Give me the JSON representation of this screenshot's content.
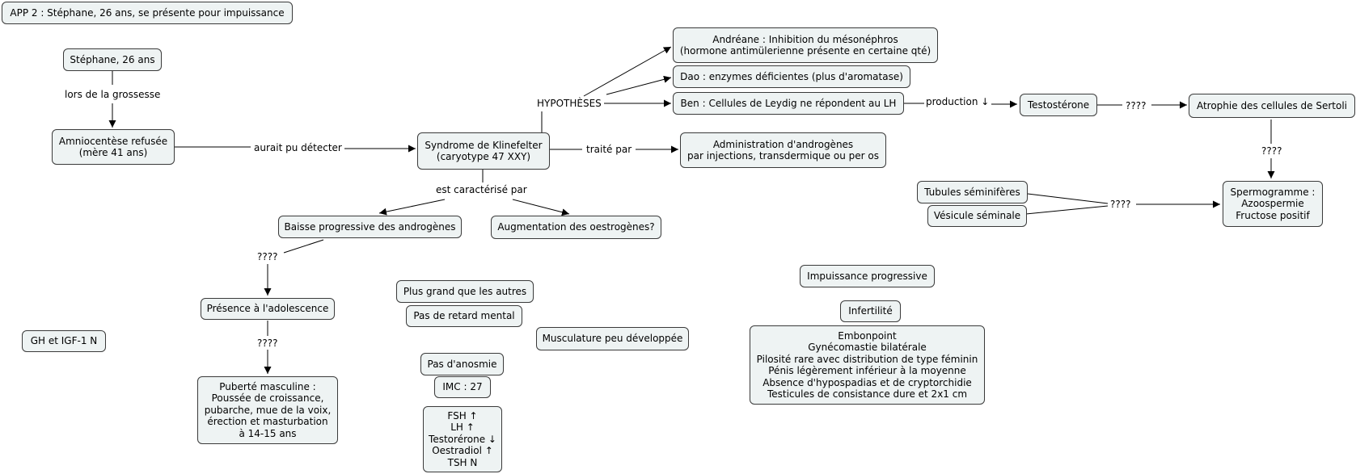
{
  "title": "APP 2 : Stéphane, 26 ans, se présente pour impuissance",
  "nodes": {
    "stephane": "Stéphane, 26 ans",
    "amnio": [
      "Amniocentèse refusée",
      "(mère 41 ans)"
    ],
    "klinefelter": [
      "Syndrome de Klinefelter",
      "(caryotype 47 XXY)"
    ],
    "andreane": [
      "Andréane : Inhibition du mésonéphros",
      "(hormone antimülerienne présente en certaine qté)"
    ],
    "dao": "Dao : enzymes déficientes (plus d'aromatase)",
    "ben": "Ben : Cellules de Leydig ne répondent au LH",
    "testosterone": "Testostérone",
    "atrophie": "Atrophie des cellules de Sertoli",
    "administration": [
      "Administration d'androgènes",
      "par injections, transdermique ou per os"
    ],
    "tubules": "Tubules séminifères",
    "vesicule": "Vésicule séminale",
    "spermogramme": [
      "Spermogramme :",
      "Azoospermie",
      "Fructose positif"
    ],
    "baisse": "Baisse progressive des androgènes",
    "augmentation": "Augmentation des oestrogènes?",
    "presence": "Présence à l'adolescence",
    "puberte": [
      "Puberté masculine :",
      "Poussée de croissance,",
      "pubarche, mue de la voix,",
      "érection et masturbation",
      "à 14-15 ans"
    ],
    "gh": "GH et IGF-1 N",
    "grand": "Plus grand que les autres",
    "retard": "Pas de retard mental",
    "musculature": "Musculature peu développée",
    "anosmie": "Pas d'anosmie",
    "imc": "IMC : 27",
    "hormones": [
      "FSH ↑",
      "LH ↑",
      "Testorérone ↓",
      "Oestradiol ↑",
      "TSH N"
    ],
    "impuissance": "Impuissance progressive",
    "infertilite": "Infertilité",
    "embonpoint": [
      "Embonpoint",
      "Gynécomastie bilatérale",
      "Pilosité rare avec distribution de type féminin",
      "Pénis légèrement inférieur à la moyenne",
      "Absence d'hypospadias et de cryptorchidie",
      "Testicules de consistance dure et 2x1 cm"
    ]
  },
  "links": {
    "grossesse": "lors de la grossesse",
    "detecter": "aurait pu détecter",
    "hypotheses": "HYPOTHÈSES",
    "production": "production ↓",
    "q_testo": "????",
    "q_atrophie": "????",
    "q_tubules": "????",
    "traite": "traité par",
    "caracterise": "est caractérisé par",
    "q_baisse": "????",
    "q_presence": "????"
  }
}
